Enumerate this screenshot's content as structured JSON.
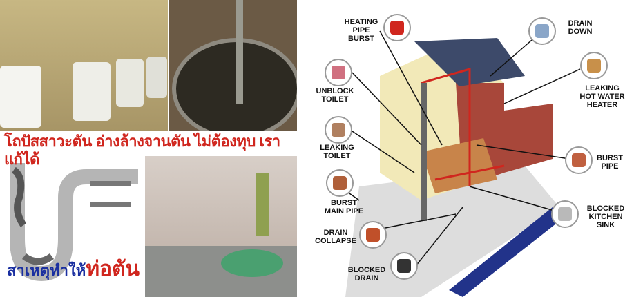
{
  "left_panel": {
    "headline": "โถปัสสาวะตัน อ่างล้างจานตัน ไม่ต้องทุบ เราแก้ได้",
    "caption_blue": "สาเหตุทำให้",
    "caption_red": "ท่อตัน"
  },
  "diagram": {
    "labels": [
      {
        "id": "heating-pipe-burst",
        "l1": "HEATING",
        "l2": "PIPE",
        "l3": "BURST"
      },
      {
        "id": "drain-down",
        "l1": "DRAIN",
        "l2": "DOWN",
        "l3": ""
      },
      {
        "id": "unblock-toilet",
        "l1": "UNBLOCK",
        "l2": "TOILET",
        "l3": ""
      },
      {
        "id": "leaking-hot-water-heater",
        "l1": "LEAKING",
        "l2": "HOT WATER",
        "l3": "HEATER"
      },
      {
        "id": "leaking-toilet",
        "l1": "LEAKING",
        "l2": "TOILET",
        "l3": ""
      },
      {
        "id": "burst-pipe",
        "l1": "BURST",
        "l2": "PIPE",
        "l3": ""
      },
      {
        "id": "burst-main-pipe",
        "l1": "BURST",
        "l2": "MAIN PIPE",
        "l3": ""
      },
      {
        "id": "blocked-kitchen-sink",
        "l1": "BLOCKED",
        "l2": "KITCHEN",
        "l3": "SINK"
      },
      {
        "id": "drain-collapse",
        "l1": "DRAIN",
        "l2": "COLLAPSE",
        "l3": ""
      },
      {
        "id": "blocked-drain",
        "l1": "BLOCKED",
        "l2": "DRAIN",
        "l3": ""
      }
    ],
    "colors": {
      "accent_red": "#d0261e",
      "caption_blue": "#1a2fa0",
      "roof": "#3d4a6a",
      "wall": "#f2e9b8",
      "brick": "#a8473a"
    }
  }
}
